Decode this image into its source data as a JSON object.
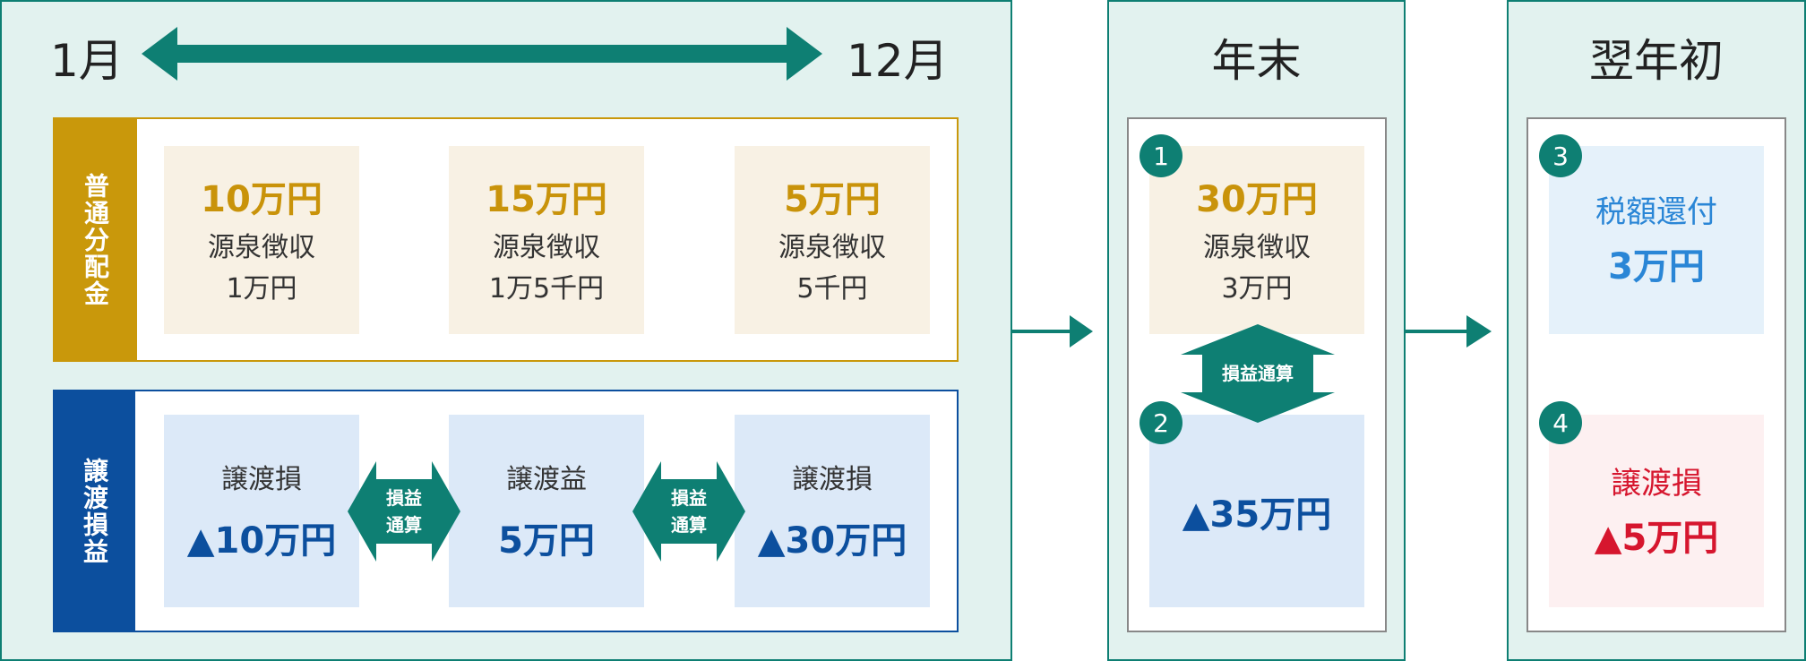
{
  "colors": {
    "teal": "#0e7f73",
    "panel_bg": "#e2f2ef",
    "yellow": "#c9930a",
    "blue": "#0c4f9e",
    "sky": "#2a86d6",
    "red": "#d6162e"
  },
  "timeline": {
    "start": "1月",
    "end": "12月"
  },
  "dividend_section": {
    "label": "普通分配金",
    "items": [
      {
        "amount": "10万円",
        "desc": "源泉徴収",
        "tax": "1万円"
      },
      {
        "amount": "15万円",
        "desc": "源泉徴収",
        "tax": "1万5千円"
      },
      {
        "amount": "5万円",
        "desc": "源泉徴収",
        "tax": "5千円"
      }
    ]
  },
  "transfer_section": {
    "label": "譲渡損益",
    "items": [
      {
        "title": "譲渡損",
        "amount": "▲10万円"
      },
      {
        "title": "譲渡益",
        "amount": "5万円"
      },
      {
        "title": "譲渡損",
        "amount": "▲30万円"
      }
    ],
    "offset_label_1": "損益",
    "offset_label_2": "通算"
  },
  "year_end": {
    "title": "年末",
    "badge1": "1",
    "amount": "30万円",
    "desc": "源泉徴収",
    "tax": "3万円",
    "offset_label": "損益通算",
    "badge2": "2",
    "loss": "▲35万円"
  },
  "next_year": {
    "title": "翌年初",
    "badge3": "3",
    "refund_title": "税額還付",
    "refund_amount": "3万円",
    "badge4": "4",
    "loss_title": "譲渡損",
    "loss_amount": "▲5万円"
  }
}
